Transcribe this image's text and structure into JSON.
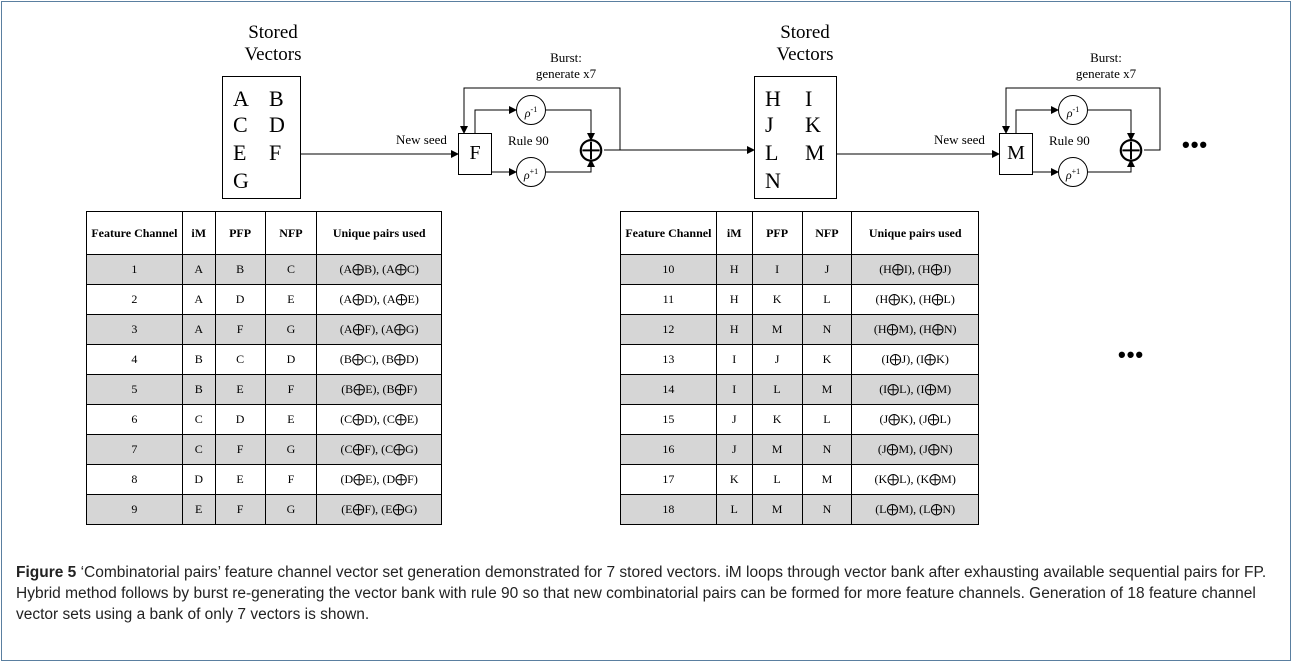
{
  "diagram": {
    "stage1": {
      "title_line1": "Stored",
      "title_line2": "Vectors",
      "vectors": [
        "A",
        "B",
        "C",
        "D",
        "E",
        "F",
        "G"
      ],
      "new_seed": "New seed",
      "generator": "F",
      "rule": "Rule 90",
      "burst_line1": "Burst:",
      "burst_line2": "generate x7",
      "rho_minus": "ρ",
      "rho_minus_exp": "-1",
      "rho_plus": "ρ",
      "rho_plus_exp": "+1",
      "xor_symbol": "⨁"
    },
    "stage2": {
      "title_line1": "Stored",
      "title_line2": "Vectors",
      "vectors": [
        "H",
        "I",
        "J",
        "K",
        "L",
        "M",
        "N"
      ],
      "new_seed": "New seed",
      "generator": "M",
      "rule": "Rule 90",
      "burst_line1": "Burst:",
      "burst_line2": "generate x7",
      "rho_minus": "ρ",
      "rho_minus_exp": "-1",
      "rho_plus": "ρ",
      "rho_plus_exp": "+1",
      "xor_symbol": "⨁"
    },
    "ellipsis": "•••"
  },
  "tables": {
    "headers": [
      "Feature Channel",
      "iM",
      "PFP",
      "NFP",
      "Unique pairs used"
    ],
    "table1": [
      [
        "1",
        "A",
        "B",
        "C",
        "(A⨁B), (A⨁C)"
      ],
      [
        "2",
        "A",
        "D",
        "E",
        "(A⨁D), (A⨁E)"
      ],
      [
        "3",
        "A",
        "F",
        "G",
        "(A⨁F), (A⨁G)"
      ],
      [
        "4",
        "B",
        "C",
        "D",
        "(B⨁C), (B⨁D)"
      ],
      [
        "5",
        "B",
        "E",
        "F",
        "(B⨁E), (B⨁F)"
      ],
      [
        "6",
        "C",
        "D",
        "E",
        "(C⨁D), (C⨁E)"
      ],
      [
        "7",
        "C",
        "F",
        "G",
        "(C⨁F), (C⨁G)"
      ],
      [
        "8",
        "D",
        "E",
        "F",
        "(D⨁E), (D⨁F)"
      ],
      [
        "9",
        "E",
        "F",
        "G",
        "(E⨁F), (E⨁G)"
      ]
    ],
    "table2": [
      [
        "10",
        "H",
        "I",
        "J",
        "(H⨁I), (H⨁J)"
      ],
      [
        "11",
        "H",
        "K",
        "L",
        "(H⨁K), (H⨁L)"
      ],
      [
        "12",
        "H",
        "M",
        "N",
        "(H⨁M), (H⨁N)"
      ],
      [
        "13",
        "I",
        "J",
        "K",
        "(I⨁J), (I⨁K)"
      ],
      [
        "14",
        "I",
        "L",
        "M",
        "(I⨁L), (I⨁M)"
      ],
      [
        "15",
        "J",
        "K",
        "L",
        "(J⨁K), (J⨁L)"
      ],
      [
        "16",
        "J",
        "M",
        "N",
        "(J⨁M), (J⨁N)"
      ],
      [
        "17",
        "K",
        "L",
        "M",
        "(K⨁L), (K⨁M)"
      ],
      [
        "18",
        "L",
        "M",
        "N",
        "(L⨁M), (L⨁N)"
      ]
    ],
    "shaded_rows": [
      0,
      2,
      4,
      6,
      8
    ]
  },
  "caption": {
    "label": "Figure 5",
    "text": "‘Combinatorial pairs’ feature channel vector set generation demonstrated for 7 stored vectors. iM loops through vector bank after exhausting available sequential pairs for FP. Hybrid method follows by burst re-generating the vector bank with rule 90 so that new combinatorial pairs can be formed for more feature channels. Generation of 18 feature channel vector sets using a bank of only 7 vectors is shown."
  }
}
